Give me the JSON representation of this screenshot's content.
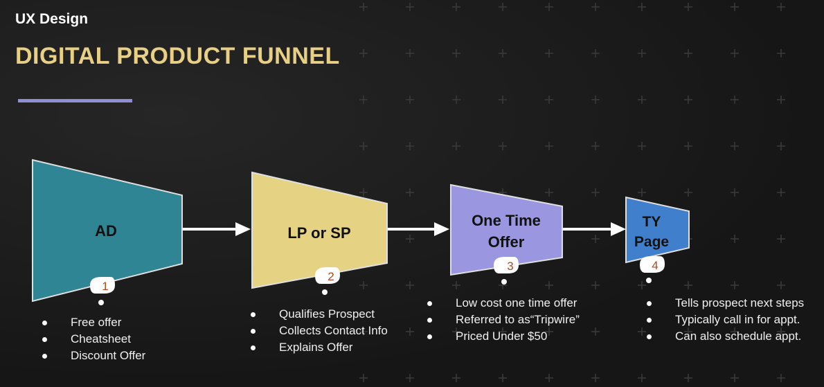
{
  "header": {
    "subtitle": "UX Design",
    "title": "DIGITAL PRODUCT FUNNEL"
  },
  "colors": {
    "title": "#e8cf86",
    "accent_line": "#8f8fd8",
    "stage_ad": "#2f8594",
    "stage_lp": "#e6d283",
    "stage_oto": "#9a96e0",
    "stage_ty": "#3f7fcc"
  },
  "stages": [
    {
      "label_lines": [
        "AD"
      ],
      "number": "1",
      "bullets": [
        "Free offer",
        "Cheatsheet",
        "Discount Offer"
      ]
    },
    {
      "label_lines": [
        "LP or SP"
      ],
      "number": "2",
      "bullets": [
        "Qualifies Prospect",
        "Collects Contact Info",
        "Explains Offer"
      ]
    },
    {
      "label_lines": [
        "One Time",
        "Offer"
      ],
      "number": "3",
      "bullets": [
        "Low cost one time offer",
        "Referred to as“Tripwire”",
        "Priced Under $50"
      ]
    },
    {
      "label_lines": [
        "TY",
        "Page"
      ],
      "number": "4",
      "bullets": [
        "Tells prospect next steps",
        "Typically call in for appt.",
        "Can also schedule appt."
      ]
    }
  ]
}
